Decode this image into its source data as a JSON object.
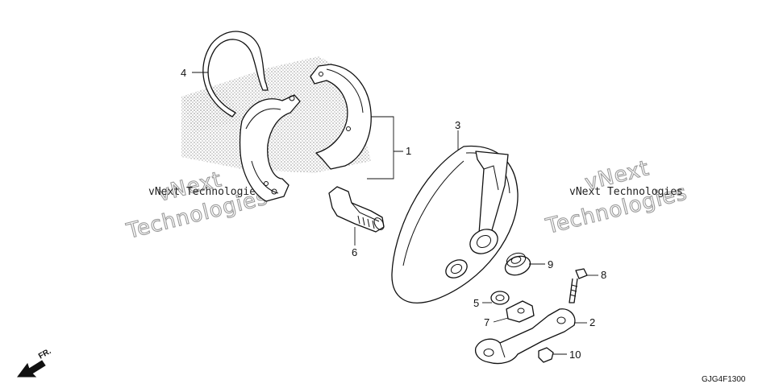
{
  "callouts": [
    {
      "id": "1",
      "label": "1"
    },
    {
      "id": "2",
      "label": "2"
    },
    {
      "id": "3",
      "label": "3"
    },
    {
      "id": "4",
      "label": "4"
    },
    {
      "id": "5",
      "label": "5"
    },
    {
      "id": "6",
      "label": "6"
    },
    {
      "id": "7",
      "label": "7"
    },
    {
      "id": "8",
      "label": "8"
    },
    {
      "id": "9",
      "label": "9"
    },
    {
      "id": "10",
      "label": "10"
    }
  ],
  "watermarks": {
    "left_small": "vNext Technologies",
    "left_big_1": "vNext",
    "left_big_2": "Technologies",
    "right_small": "vNext Technologies",
    "right_big_1": "vNext",
    "right_big_2": "Technologies"
  },
  "direction_label": "FR.",
  "diagram_code": "GJG4F1300"
}
